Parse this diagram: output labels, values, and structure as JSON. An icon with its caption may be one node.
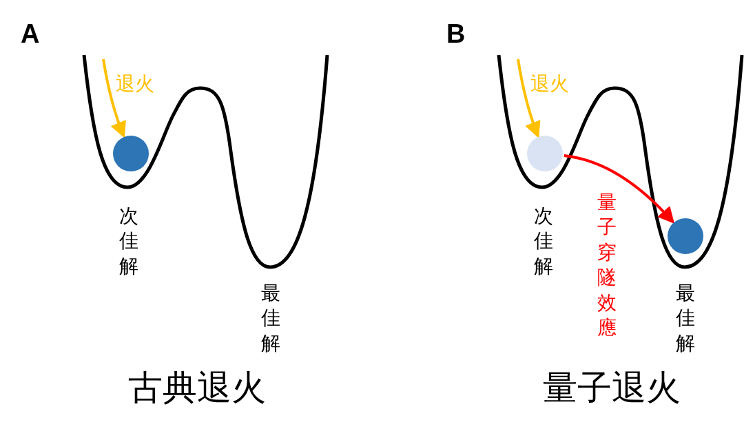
{
  "diagram": {
    "nodes": [
      {
        "text": [],
        "shape": "circle"
      },
      {
        "text": [],
        "shape": "circle"
      },
      {
        "text": [],
        "shape": "circle"
      }
    ],
    "edges": [
      {
        "from": null,
        "to": 0,
        "arrow": "to",
        "label": "退火",
        "color": "#ffc000"
      },
      {
        "from": null,
        "to": 1,
        "arrow": "to",
        "label": "退火",
        "color": "#ffc000"
      },
      {
        "from": 1,
        "to": 2,
        "arrow": "to",
        "label": "量子穿隧效應",
        "color": "#ff0000"
      }
    ],
    "labels": [
      "A",
      "次佳解",
      "最佳解",
      "古典退火",
      "B",
      "次佳解",
      "最佳解",
      "量子退火"
    ]
  }
}
